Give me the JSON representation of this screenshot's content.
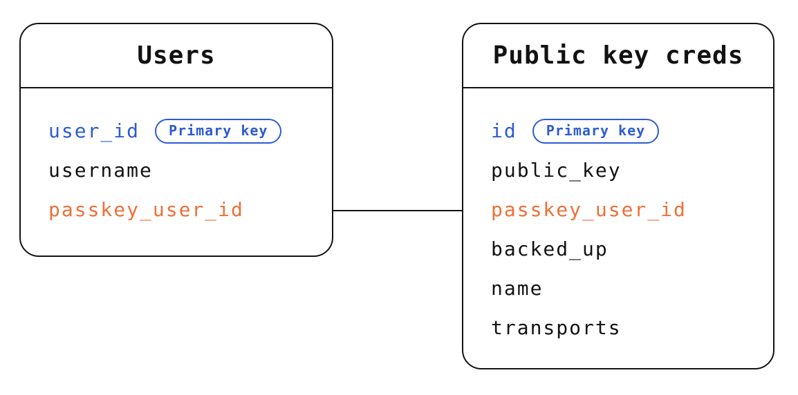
{
  "colors": {
    "blue": "#2d5bd3",
    "orange": "#ed7038",
    "line": "#121212",
    "background": "#ffffff"
  },
  "diagram": {
    "tables": [
      {
        "title": "Users",
        "fields": [
          {
            "name": "user_id",
            "color": "blue",
            "badge": "Primary key"
          },
          {
            "name": "username",
            "color": "default"
          },
          {
            "name": "passkey_user_id",
            "color": "orange"
          }
        ]
      },
      {
        "title": "Public key creds",
        "fields": [
          {
            "name": "id",
            "color": "blue",
            "badge": "Primary key"
          },
          {
            "name": "public_key",
            "color": "default"
          },
          {
            "name": "passkey_user_id",
            "color": "orange"
          },
          {
            "name": "backed_up",
            "color": "default"
          },
          {
            "name": "name",
            "color": "default"
          },
          {
            "name": "transports",
            "color": "default"
          }
        ]
      }
    ],
    "relationship": {
      "from_table": "Users",
      "from_field": "passkey_user_id",
      "to_table": "Public key creds",
      "to_field": "passkey_user_id"
    }
  }
}
